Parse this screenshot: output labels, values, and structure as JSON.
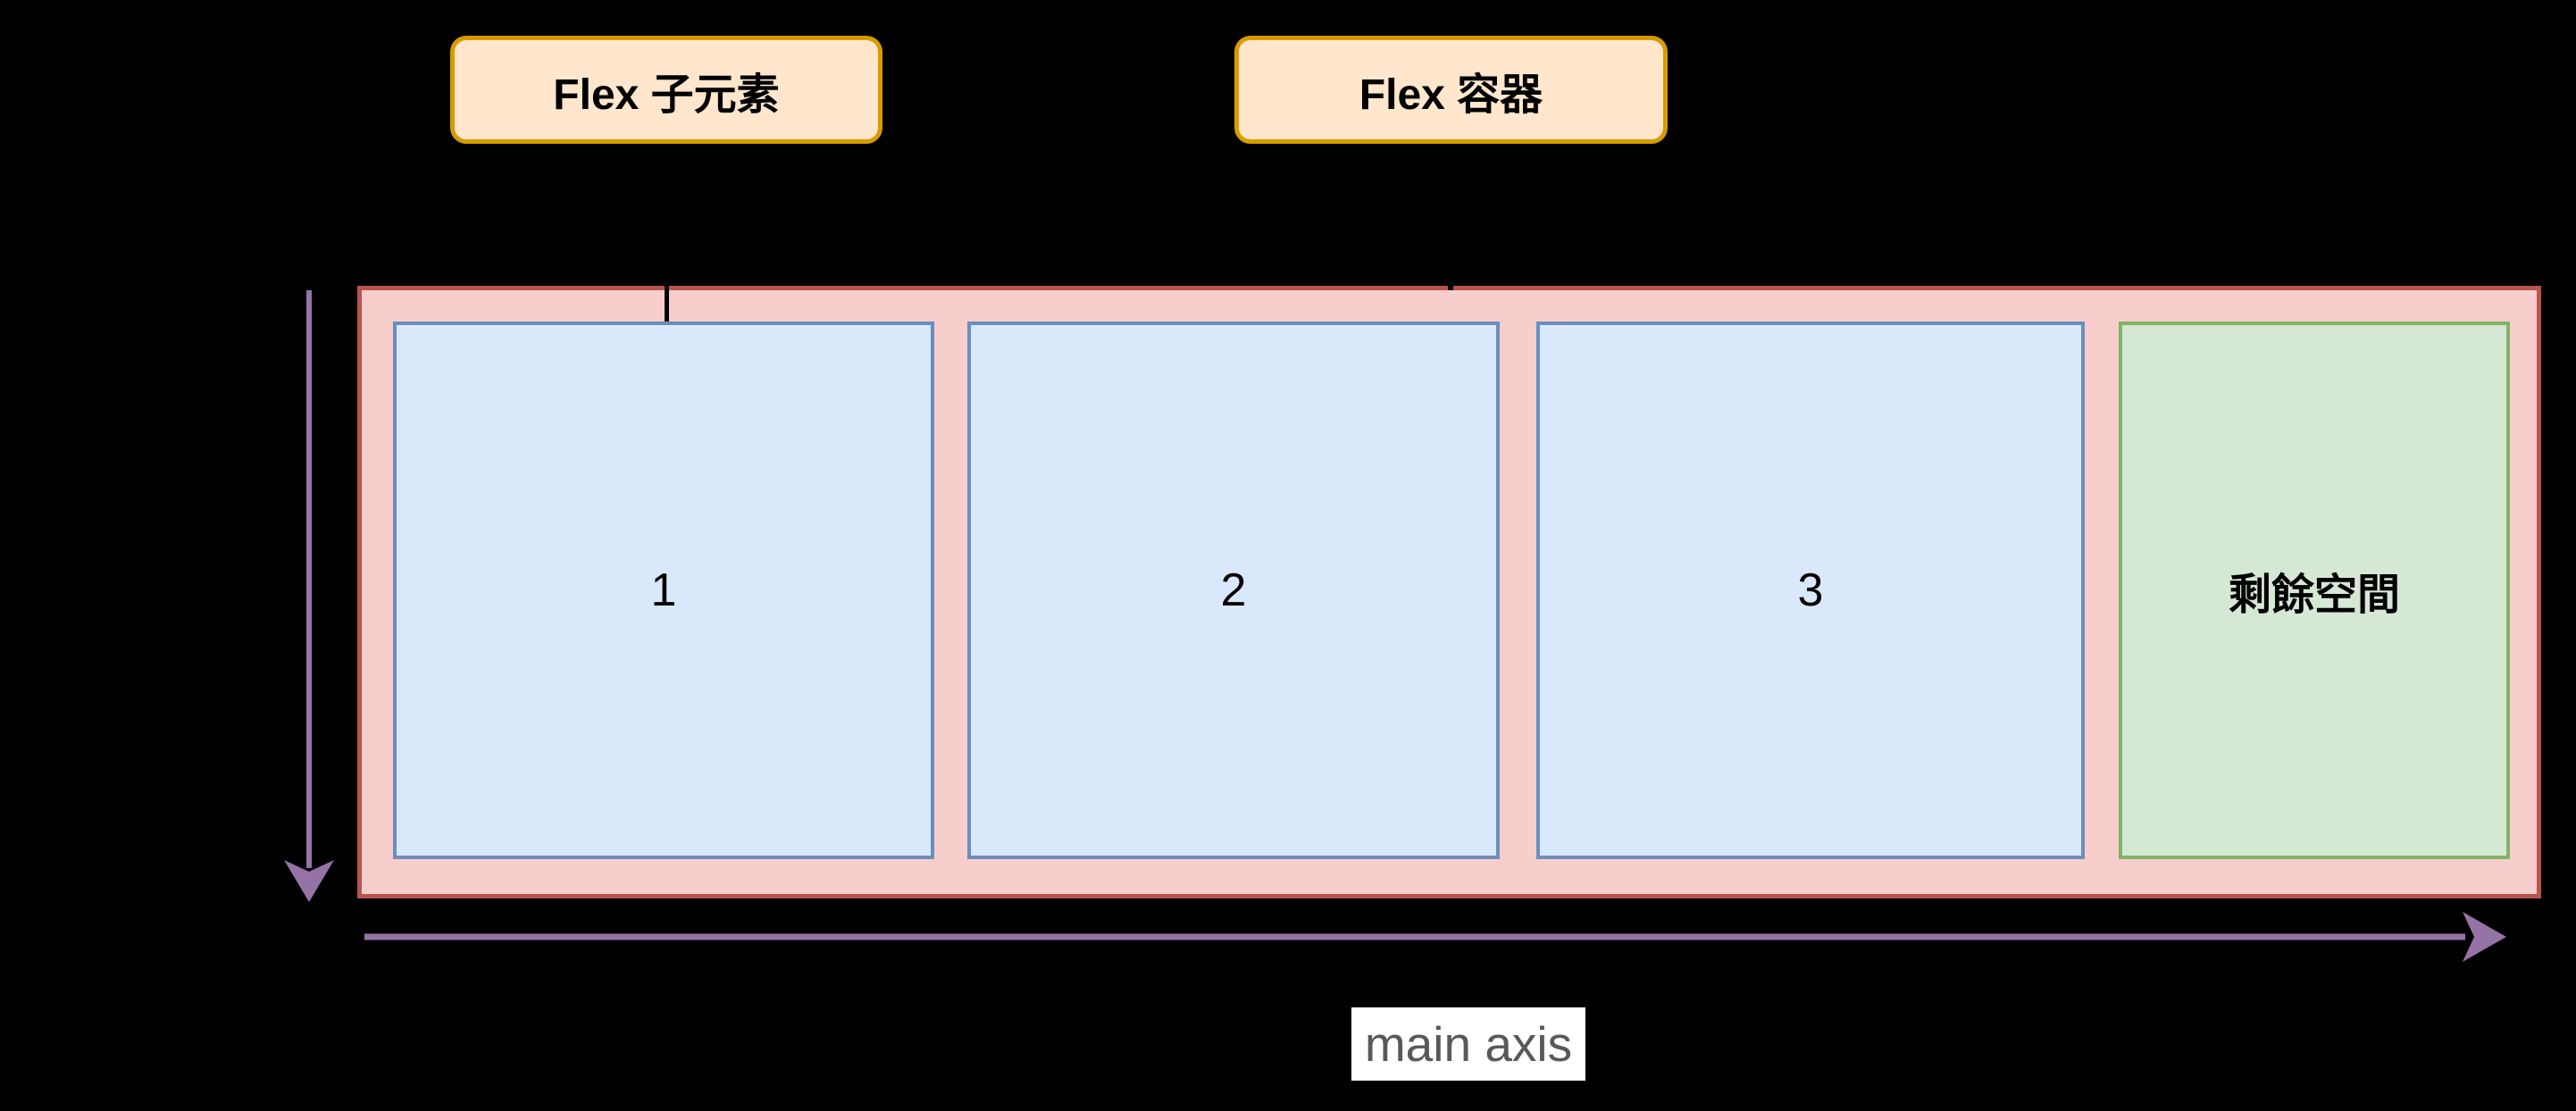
{
  "diagram": {
    "callouts": {
      "flex_item_label": "Flex 子元素",
      "flex_container_label": "Flex 容器"
    },
    "flex_container": {
      "items": [
        {
          "label": "1"
        },
        {
          "label": "2"
        },
        {
          "label": "3"
        }
      ],
      "remaining_space_label": "剩餘空間"
    },
    "axes": {
      "main_axis_label": "main axis"
    }
  },
  "colors": {
    "background": "#000000",
    "callout_fill": "#ffe6cc",
    "callout_border": "#d79b00",
    "container_fill": "#f8cecc",
    "container_border": "#b85450",
    "item_fill": "#dae8fc",
    "item_border": "#6c8ebf",
    "remaining_space_fill": "#d5e8d4",
    "remaining_space_border": "#82b366",
    "axis_arrow": "#9673a6",
    "connector_line": "#000000",
    "main_axis_text": "#595959",
    "main_axis_label_bg": "#ffffff",
    "diagram_text": "#000000"
  }
}
